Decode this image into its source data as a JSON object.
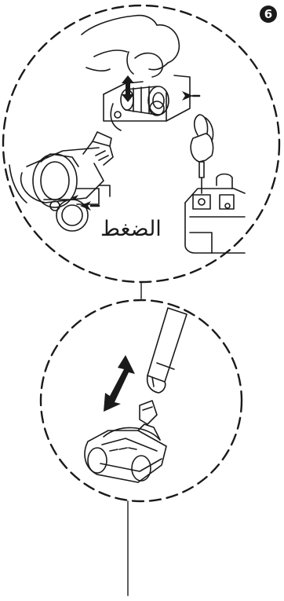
{
  "step_number": "6",
  "press_label": "الضغط",
  "colors": {
    "ink": "#1a1a1a",
    "paper": "#ffffff"
  },
  "illustrations": [
    "hand-removing-brush-roll",
    "screwdriver-release",
    "nozzle-side-press",
    "wand-attach-to-turbo-nozzle"
  ]
}
